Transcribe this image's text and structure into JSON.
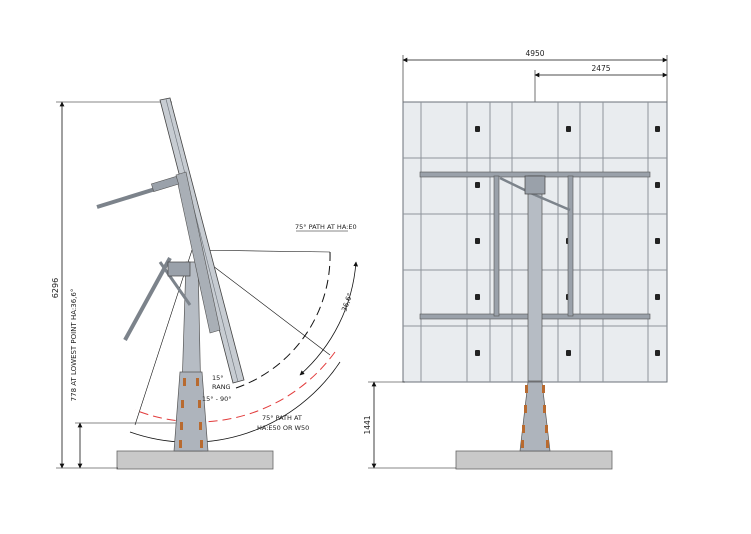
{
  "side_view": {
    "height_dim": "6296",
    "lowest_point_dim": "778 AT LOWEST POINT HA:36,6°",
    "path_e0": "75° PATH AT HA:E0",
    "path_e50_line1": "75° PATH AT",
    "path_e50_line2": "HA:E50 OR W50",
    "tilt_angle": "36,6°",
    "range_line1": "15°",
    "range_line2": "RANG",
    "range_line3": "15° - 90°"
  },
  "front_view": {
    "width_dim": "4950",
    "half_width_dim": "2475",
    "pedestal_height_dim": "1441"
  },
  "colors": {
    "line": "#111111",
    "steel": "#9aa1aa",
    "panel": "#e9ecef",
    "panel_grid": "#8e949b",
    "rust": "#b86a2f",
    "arc_red": "#e23c3c",
    "base": "#c9c9c9"
  }
}
